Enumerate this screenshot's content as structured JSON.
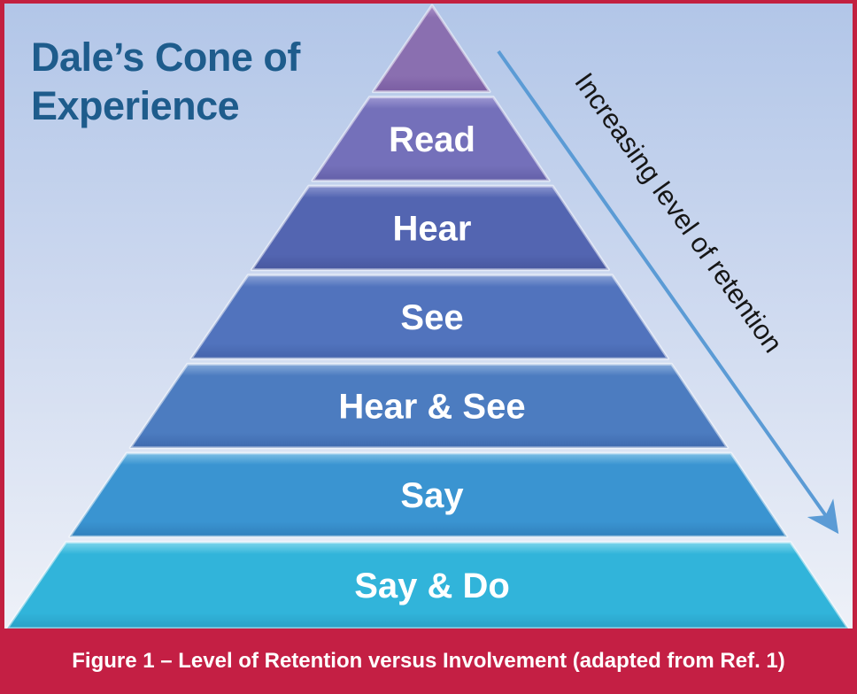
{
  "frame": {
    "border_color": "#c22040",
    "background_top": "#b2c6e8",
    "background_mid": "#ccd8ef",
    "background_bottom": "#eef1f8"
  },
  "title": {
    "line1": "Dale’s Cone of",
    "line2": "Experience",
    "color": "#1e5c8c"
  },
  "annotation": {
    "text": "Increasing level of retention",
    "text_color": "#161616",
    "arrow_color": "#5b9bd5"
  },
  "caption": {
    "text": "Figure 1 – Level of Retention versus Involvement (adapted from Ref. 1)",
    "background": "#c41f44",
    "text_color": "#ffffff"
  },
  "pyramid": {
    "label_color": "#ffffff",
    "levels": [
      {
        "label": "",
        "fill": "#8a6fb0",
        "light": "#ac93ca",
        "dark": "#7a5da2"
      },
      {
        "label": "Read",
        "fill": "#7470ba",
        "light": "#9d97d2",
        "dark": "#6460a8"
      },
      {
        "label": "Hear",
        "fill": "#5365b1",
        "light": "#8b95cf",
        "dark": "#48589f"
      },
      {
        "label": "See",
        "fill": "#5173bd",
        "light": "#8ba3d6",
        "dark": "#4463ab"
      },
      {
        "label": "Hear & See",
        "fill": "#4c7cc0",
        "light": "#88abda",
        "dark": "#406aae"
      },
      {
        "label": "Say",
        "fill": "#3a94d1",
        "light": "#7fc0e6",
        "dark": "#3180bc"
      },
      {
        "label": "Say & Do",
        "fill": "#31b4da",
        "light": "#7fd6ec",
        "dark": "#2aa0c6"
      }
    ]
  },
  "chart_data": {
    "type": "pyramid",
    "title": "Dale's Cone of Experience",
    "levels_top_to_bottom": [
      "",
      "Read",
      "Hear",
      "See",
      "Hear & See",
      "Say",
      "Say & Do"
    ],
    "annotation": "Increasing level of retention",
    "caption": "Figure 1 – Level of Retention versus Involvement (adapted from Ref. 1)"
  }
}
